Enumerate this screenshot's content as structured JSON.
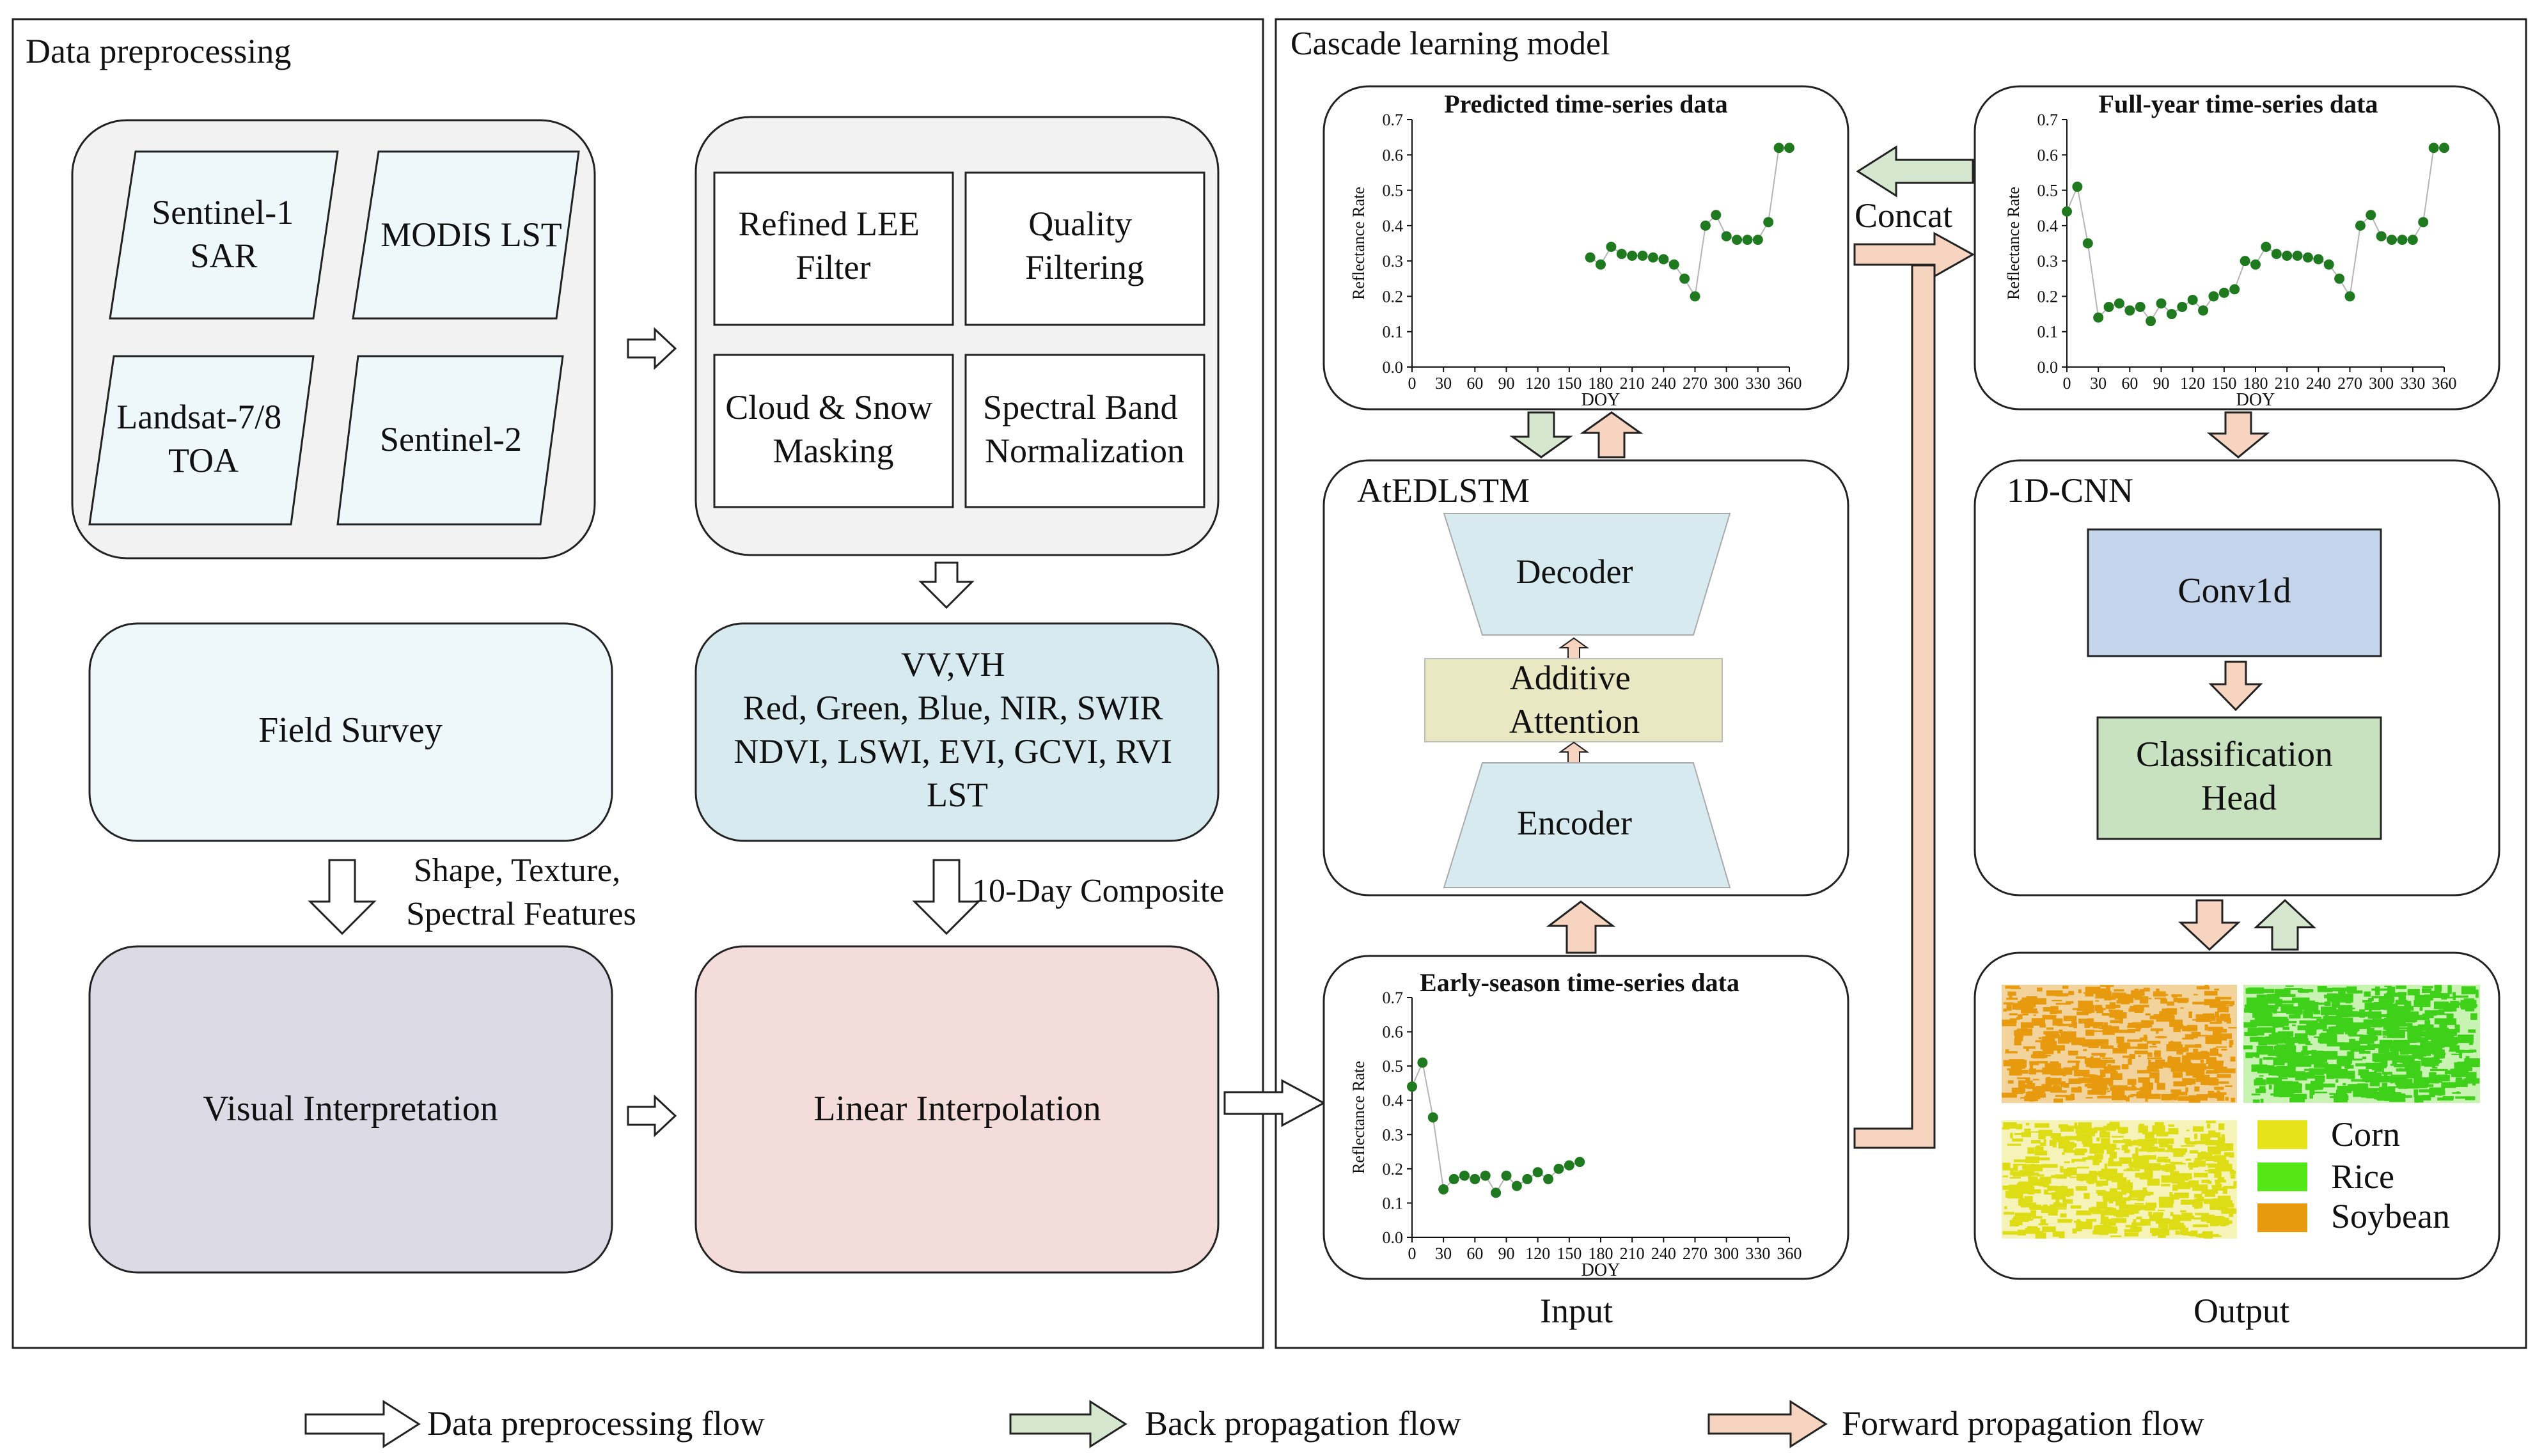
{
  "panels": {
    "preprocessing_title": "Data preprocessing",
    "cascade_title": "Cascade learning model"
  },
  "sources": {
    "sentinel1": [
      "Sentinel-1",
      "SAR"
    ],
    "modis": "MODIS LST",
    "landsat": [
      "Landsat-7/8",
      "TOA"
    ],
    "sentinel2": "Sentinel-2"
  },
  "filters": {
    "lee": [
      "Refined LEE",
      "Filter"
    ],
    "quality": [
      "Quality",
      "Filtering"
    ],
    "cloud": [
      "Cloud & Snow",
      "Masking"
    ],
    "spectral": [
      "Spectral Band",
      "Normalization"
    ]
  },
  "features": [
    "VV,VH",
    "Red, Green, Blue, NIR, SWIR",
    "NDVI, LSWI, EVI, GCVI, RVI",
    "LST"
  ],
  "field_survey": "Field Survey",
  "shape_label": [
    "Shape, Texture,",
    "Spectral Features"
  ],
  "composite_label": "10-Day Composite",
  "visual_interpretation": "Visual Interpretation",
  "linear_interpolation": "Linear Interpolation",
  "charts": {
    "ylabel": "Reflectance Rate",
    "xlabel": "DOY",
    "yticks": [
      "0.0",
      "0.1",
      "0.2",
      "0.3",
      "0.4",
      "0.5",
      "0.6",
      "0.7"
    ],
    "xticks": [
      "0",
      "30",
      "60",
      "90",
      "120",
      "150",
      "180",
      "210",
      "240",
      "270",
      "300",
      "330",
      "360"
    ]
  },
  "chart_data": [
    {
      "type": "line",
      "title": "Predicted time-series data",
      "xlabel": "DOY",
      "ylabel": "Reflectance Rate",
      "xlim": [
        0,
        360
      ],
      "ylim": [
        0,
        0.7
      ],
      "x": [
        170,
        180,
        190,
        200,
        210,
        220,
        230,
        240,
        250,
        260,
        270,
        280,
        290,
        300,
        310,
        320,
        330,
        340,
        350,
        360
      ],
      "y": [
        0.31,
        0.29,
        0.34,
        0.32,
        0.315,
        0.315,
        0.31,
        0.305,
        0.29,
        0.25,
        0.2,
        0.4,
        0.43,
        0.37,
        0.36,
        0.36,
        0.36,
        0.41,
        0.62,
        0.62
      ],
      "grid": false
    },
    {
      "type": "line",
      "title": "Full-year time-series data",
      "xlabel": "DOY",
      "ylabel": "Reflectance Rate",
      "xlim": [
        0,
        360
      ],
      "ylim": [
        0,
        0.7
      ],
      "x": [
        0,
        10,
        20,
        30,
        40,
        50,
        60,
        70,
        80,
        90,
        100,
        110,
        120,
        130,
        140,
        150,
        160,
        170,
        180,
        190,
        200,
        210,
        220,
        230,
        240,
        250,
        260,
        270,
        280,
        290,
        300,
        310,
        320,
        330,
        340,
        350,
        360
      ],
      "y": [
        0.44,
        0.51,
        0.35,
        0.14,
        0.17,
        0.18,
        0.16,
        0.17,
        0.13,
        0.18,
        0.15,
        0.17,
        0.19,
        0.16,
        0.2,
        0.21,
        0.22,
        0.3,
        0.29,
        0.34,
        0.32,
        0.315,
        0.315,
        0.31,
        0.305,
        0.29,
        0.25,
        0.2,
        0.4,
        0.43,
        0.37,
        0.36,
        0.36,
        0.36,
        0.41,
        0.62,
        0.62
      ],
      "grid": false
    },
    {
      "type": "line",
      "title": "Early-season time-series data",
      "xlabel": "DOY",
      "ylabel": "Reflectance Rate",
      "xlim": [
        0,
        360
      ],
      "ylim": [
        0,
        0.7
      ],
      "x": [
        0,
        10,
        20,
        30,
        40,
        50,
        60,
        70,
        80,
        90,
        100,
        110,
        120,
        130,
        140,
        150,
        160
      ],
      "y": [
        0.44,
        0.51,
        0.35,
        0.14,
        0.17,
        0.18,
        0.17,
        0.18,
        0.13,
        0.18,
        0.15,
        0.17,
        0.19,
        0.17,
        0.2,
        0.21,
        0.22
      ],
      "grid": false
    }
  ],
  "atedlstm": {
    "title": "AtEDLSTM",
    "decoder": "Decoder",
    "attention": [
      "Additive",
      "Attention"
    ],
    "encoder": "Encoder"
  },
  "concat_label": "Concat",
  "cnn": {
    "title": "1D-CNN",
    "conv": "Conv1d",
    "head": [
      "Classification",
      "Head"
    ]
  },
  "map_legend": [
    {
      "label": "Corn",
      "color": "#e6e31a"
    },
    {
      "label": "Rice",
      "color": "#55e617"
    },
    {
      "label": "Soybean",
      "color": "#e89a0f"
    }
  ],
  "input_label": "Input",
  "output_label": "Output",
  "legend": {
    "data_flow": "Data preprocessing flow",
    "back_flow": "Back propagation flow",
    "forward_flow": "Forward propagation flow"
  },
  "colors": {
    "source_fill": "#eef7fa",
    "panel_grey": "#f2f2f2",
    "feature_fill": "#d6eaef",
    "visual_fill": "#dcdae5",
    "interp_fill": "#f3dcd9",
    "attention_fill": "#e9e8c3",
    "conv_fill": "#c4d4ea",
    "head_fill": "#c8e2c0",
    "forward_arrow": "#f7d4bf",
    "back_arrow": "#d5e7cf",
    "dot": "#1f7a1f"
  }
}
